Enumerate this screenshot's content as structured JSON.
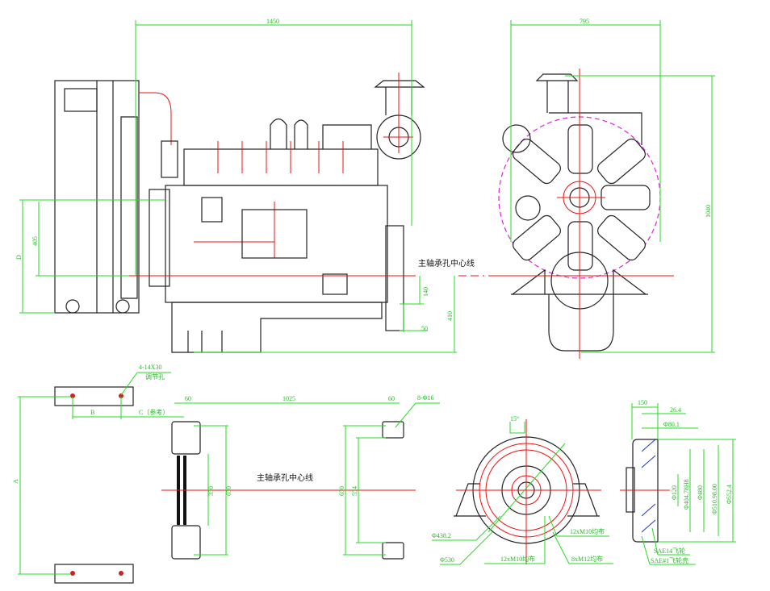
{
  "title": "Engine outline and installation drawing",
  "colors": {
    "outline": "#222222",
    "dimension": "#22dd22",
    "centerline": "#ee1111",
    "fan_circle": "#dd22dd",
    "section_hatch": "#2233cc"
  },
  "side_view": {
    "overall_length": "1450",
    "dim_d": "D",
    "dim_405": "405",
    "dim_140": "140",
    "dim_410": "410",
    "dim_50": "50",
    "centerline_label": "主轴承孔中心线"
  },
  "front_view": {
    "overall_width": "795",
    "overall_height": "1040"
  },
  "mounting_plan": {
    "plate_hole_note": "4-14X30",
    "plate_hole_note_sub": "调节孔",
    "dim_a": "A",
    "dim_b": "B",
    "dim_c": "C（参考）",
    "dim_60_left": "60",
    "dim_1025": "1025",
    "dim_60_right": "60",
    "hole_note_right": "8-Φ16",
    "dim_350": "350",
    "dim_650_left": "650",
    "dim_650_right": "650",
    "dim_554": "554",
    "centerline_label": "主轴承孔中心线"
  },
  "flywheel_housing_view": {
    "angle": "15°",
    "dia_438": "Φ438.2",
    "dia_530": "Φ530",
    "note_12m10_a": "12xM10均布",
    "note_8m12": "8xM12均布",
    "note_12m10_b": "12xM10均布"
  },
  "flywheel_section": {
    "dim_150": "150",
    "dim_26": "26.4",
    "dim_tol": "Φ80.1",
    "dia_120": "Φ120",
    "dia_404": "Φ404.78H8",
    "dia_480": "Φ480",
    "dia_510": "Φ510.98.00",
    "dia_552": "Φ552.4",
    "note_flywheel": "SAE14飞轮",
    "note_housing": "SAE#1飞轮壳"
  }
}
